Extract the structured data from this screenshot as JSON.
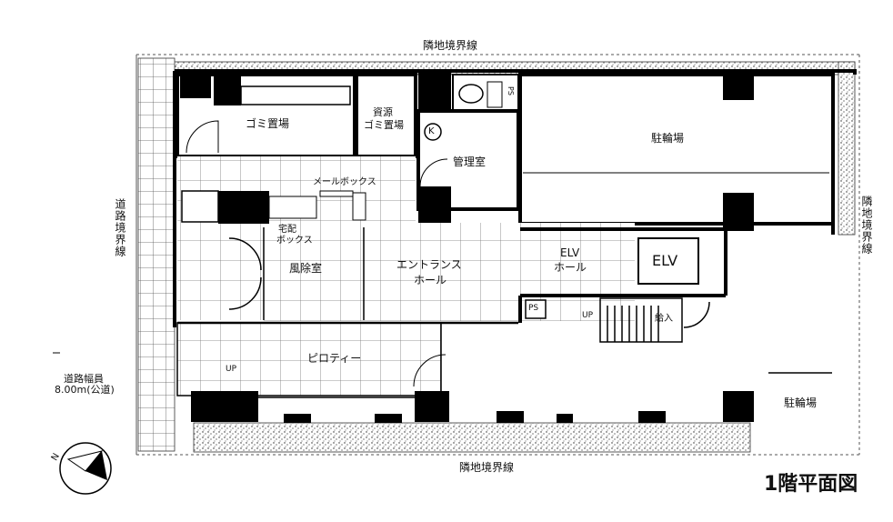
{
  "boundary_top": "隣地境界線",
  "boundary_bottom": "隣地境界線",
  "boundary_right": "隣地境界線",
  "boundary_left": "道路境界線",
  "road_width_line1": "道路幅員",
  "road_width_line2": "8.00m(公道)",
  "garbage_room": "ゴミ置場",
  "garbage_room2_line1": "資源",
  "garbage_room2_line2": "ゴミ置場",
  "management_room": "管理室",
  "mailbox": "メールボックス",
  "delivery_box_line1": "宅配",
  "delivery_box_line2": "ボックス",
  "windbreak_room": "風除室",
  "entrance_hall_line1": "エントランス",
  "entrance_hall_line2": "ホール",
  "elv_hall_line1": "ELV",
  "elv_hall_line2": "ホール",
  "elv": "ELV",
  "bicycle_parking_top": "駐輪場",
  "bicycle_parking_bottom": "駐輪場",
  "piloti": "ピロティー",
  "up_label": "UP",
  "ps_label": "PS",
  "intake_label": "給入",
  "k_label": "K",
  "ps_small": "PS",
  "floor_title": "1階平面図",
  "compass_n": "N"
}
